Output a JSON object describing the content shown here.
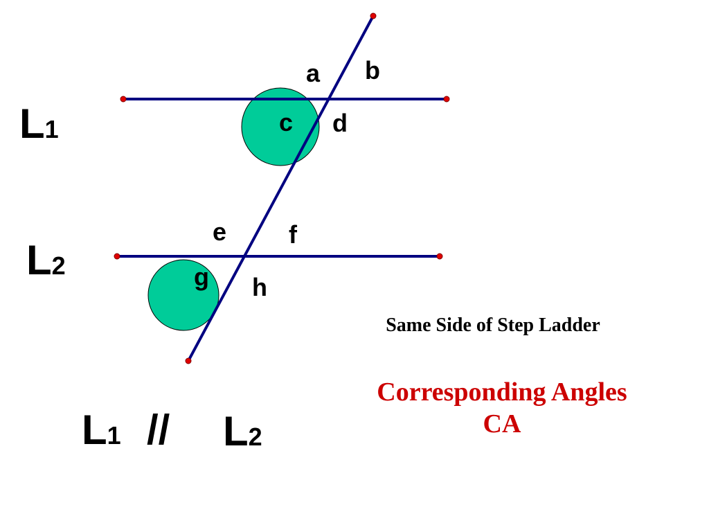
{
  "colors": {
    "line": "#000080",
    "endpoint": "#e00000",
    "highlight": "#00cc99",
    "caption_black": "#000000",
    "caption_red": "#cc0000"
  },
  "angle_labels": {
    "a": "a",
    "b": "b",
    "c": "c",
    "d": "d",
    "e": "e",
    "f": "f",
    "g": "g",
    "h": "h"
  },
  "lines": {
    "l1": {
      "letter": "L",
      "subscript": "1"
    },
    "l2": {
      "letter": "L",
      "subscript": "2"
    }
  },
  "statement": {
    "left_letter": "L",
    "left_subscript": "1",
    "symbol": "//",
    "right_letter": "L",
    "right_subscript": "2"
  },
  "captions": {
    "ladder": "Same Side of Step Ladder",
    "ca_line1": "Corresponding Angles",
    "ca_line2": "CA"
  }
}
